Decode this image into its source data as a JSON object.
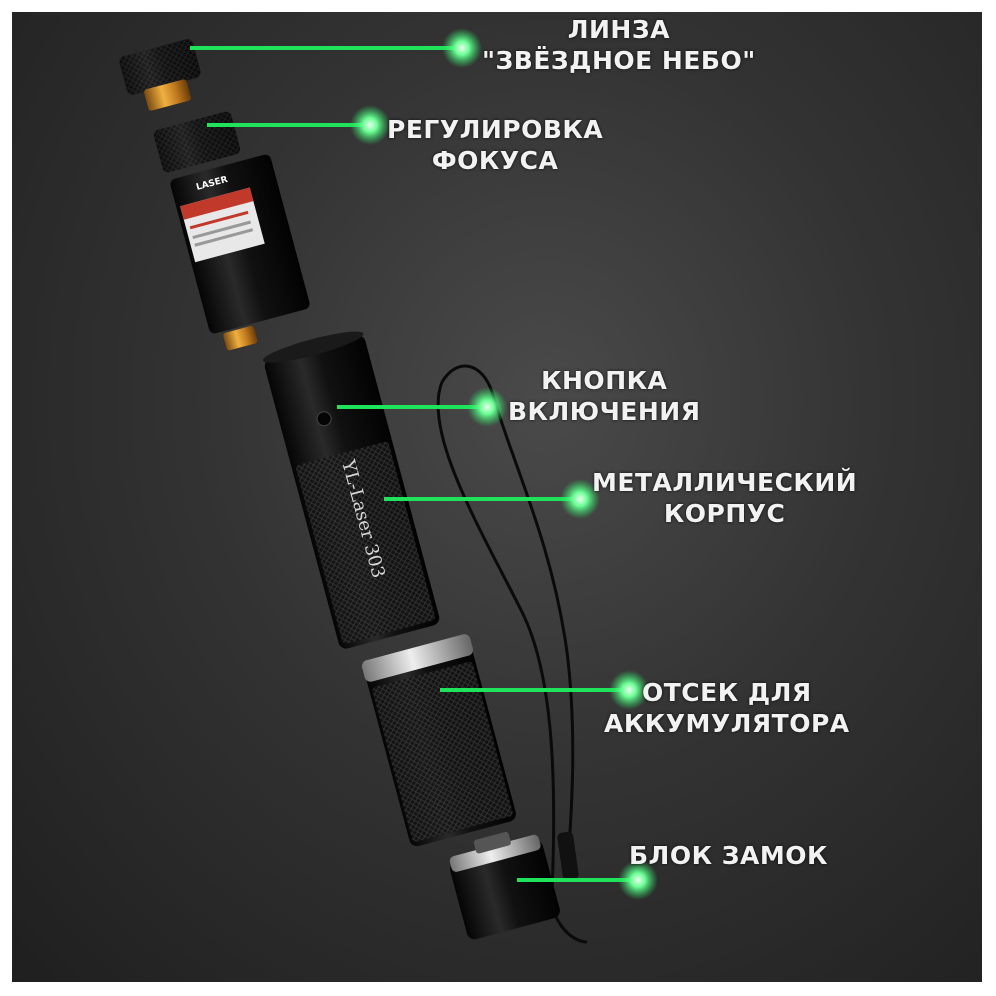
{
  "colors": {
    "accent_green": "#1fe35a",
    "glow_green": "#6dff96",
    "label_text": "#f2f2f2"
  },
  "product": {
    "engraving": "YL-Laser 303",
    "sticker_text": "LASER"
  },
  "callouts": [
    {
      "id": "lens",
      "lines": [
        "ЛИНЗА",
        "\"ЗВЁЗДНОЕ НЕБО\""
      ]
    },
    {
      "id": "focus",
      "lines": [
        "РЕГУЛИРОВКА",
        "ФОКУСА"
      ]
    },
    {
      "id": "button",
      "lines": [
        "КНОПКА",
        "ВКЛЮЧЕНИЯ"
      ]
    },
    {
      "id": "body",
      "lines": [
        "МЕТАЛЛИЧЕСКИЙ",
        "КОРПУС"
      ]
    },
    {
      "id": "battery",
      "lines": [
        "ОТСЕК ДЛЯ",
        "АККУМУЛЯТОРА"
      ]
    },
    {
      "id": "lock",
      "lines": [
        "БЛОК ЗАМОК"
      ]
    }
  ]
}
